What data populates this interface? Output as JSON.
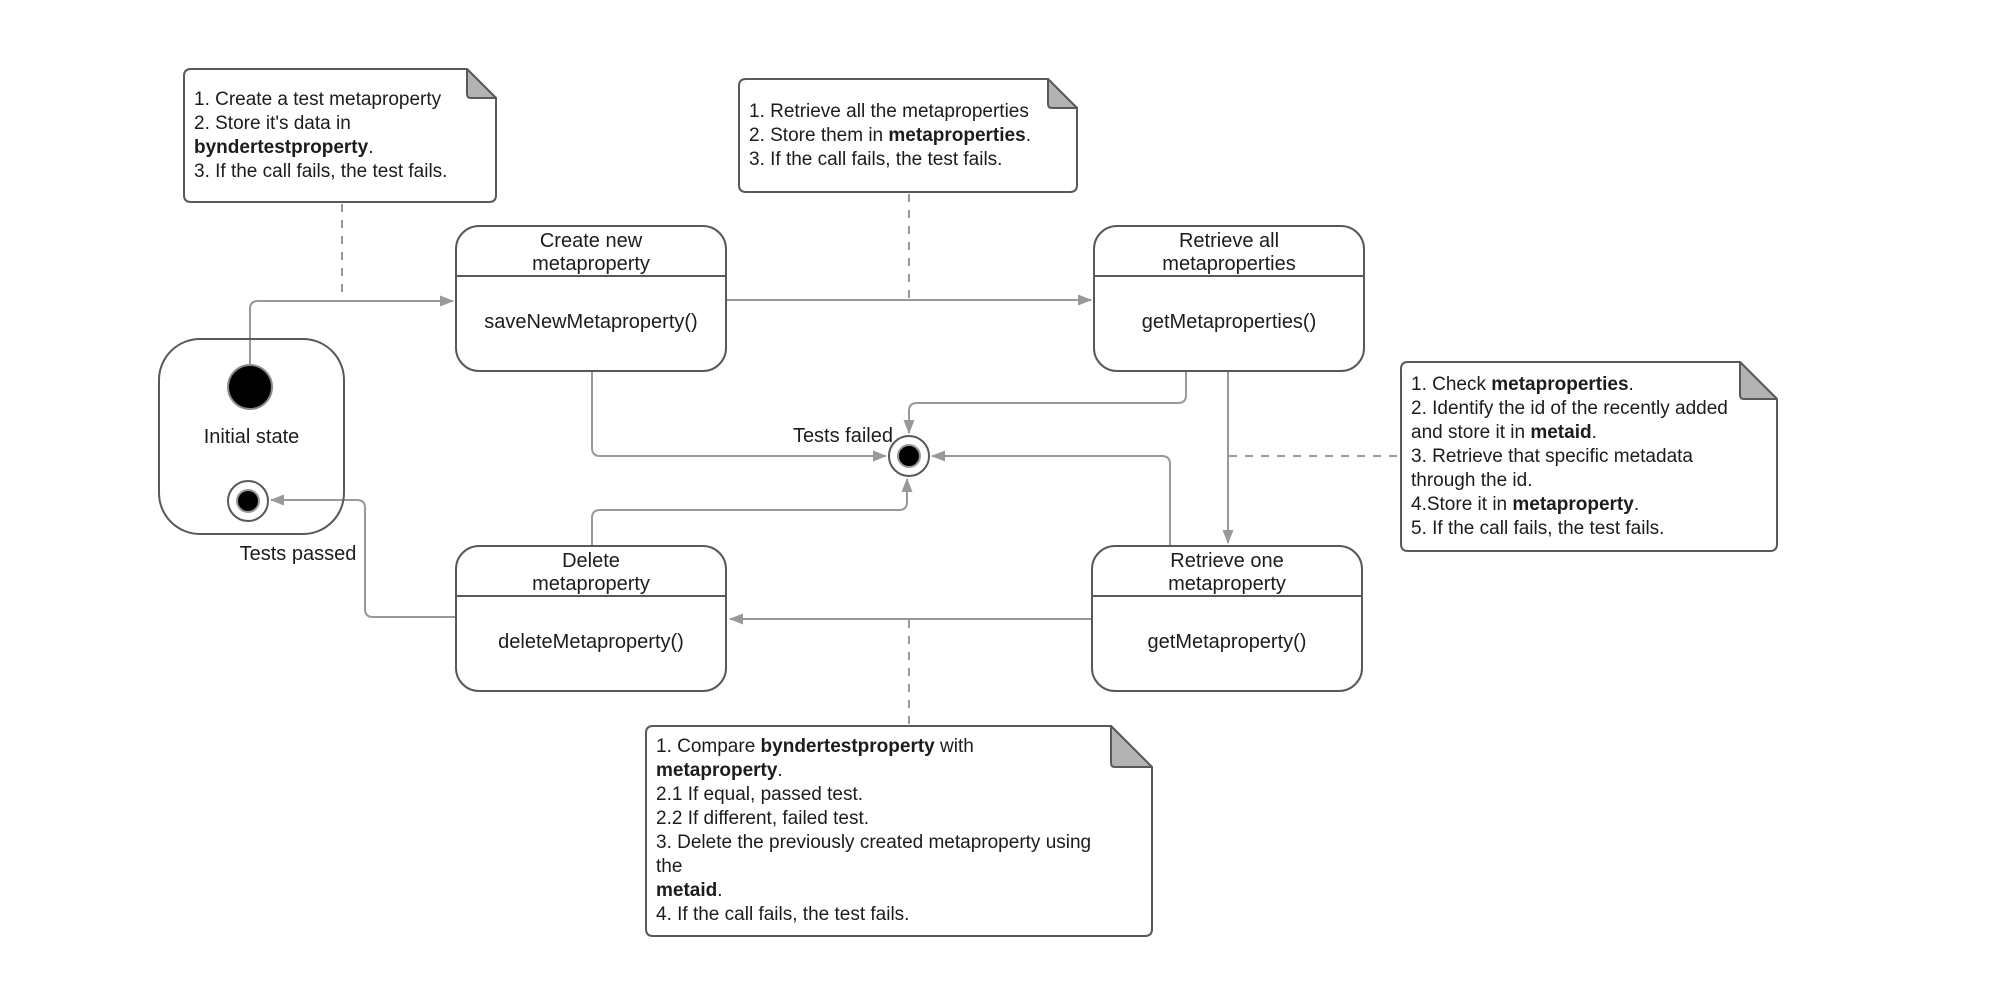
{
  "colors": {
    "background": "#ffffff",
    "shape_border": "#595959",
    "connector": "#999999",
    "note_fold": "#b3b3b3",
    "terminal_fill": "#000000",
    "text": "#1c1c1c"
  },
  "states": [
    {
      "id": "create-new-metaproperty",
      "title_lines": [
        "Create new",
        "metaproperty"
      ],
      "method": "saveNewMetaproperty()"
    },
    {
      "id": "retrieve-all-metaproperties",
      "title_lines": [
        "Retrieve all",
        "metaproperties"
      ],
      "method": "getMetaproperties()"
    },
    {
      "id": "delete-metaproperty",
      "title_lines": [
        "Delete",
        "metaproperty"
      ],
      "method": "deleteMetaproperty()"
    },
    {
      "id": "retrieve-one-metaproperty",
      "title_lines": [
        "Retrieve one",
        "metaproperty"
      ],
      "method": "getMetaproperty()"
    }
  ],
  "terminals": {
    "initial_state_label": "Initial state",
    "tests_passed_label": "Tests passed",
    "tests_failed_label": "Tests failed"
  },
  "notes": [
    {
      "id": "note-create-test-metaproperty",
      "lines": [
        [
          {
            "t": "1. Create a test metaproperty"
          }
        ],
        [
          {
            "t": "2. Store it's data in"
          }
        ],
        [
          {
            "t": "byndertestproperty",
            "b": true
          },
          {
            "t": "."
          }
        ],
        [
          {
            "t": "3. If the call fails, the test fails."
          }
        ]
      ]
    },
    {
      "id": "note-retrieve-all-metaproperties",
      "lines": [
        [
          {
            "t": "1. Retrieve all the metaproperties"
          }
        ],
        [
          {
            "t": "2. Store them in "
          },
          {
            "t": "metaproperties",
            "b": true
          },
          {
            "t": "."
          }
        ],
        [
          {
            "t": "3. If the call fails, the test fails."
          }
        ]
      ]
    },
    {
      "id": "note-check-metaproperties",
      "lines": [
        [
          {
            "t": "1. Check "
          },
          {
            "t": "metaproperties",
            "b": true
          },
          {
            "t": "."
          }
        ],
        [
          {
            "t": "2. Identify the id of the recently added"
          }
        ],
        [
          {
            "t": "and store it in "
          },
          {
            "t": "metaid",
            "b": true
          },
          {
            "t": "."
          }
        ],
        [
          {
            "t": "3. Retrieve that specific metadata"
          }
        ],
        [
          {
            "t": "through the id."
          }
        ],
        [
          {
            "t": "4.Store it in "
          },
          {
            "t": "metaproperty",
            "b": true
          },
          {
            "t": "."
          }
        ],
        [
          {
            "t": "5. If the call fails, the test fails."
          }
        ]
      ]
    },
    {
      "id": "note-compare-and-delete",
      "lines": [
        [
          {
            "t": "1. Compare "
          },
          {
            "t": "byndertestproperty",
            "b": true
          },
          {
            "t": " with"
          }
        ],
        [
          {
            "t": "metaproperty",
            "b": true
          },
          {
            "t": "."
          }
        ],
        [
          {
            "t": "2.1 If equal, passed test."
          }
        ],
        [
          {
            "t": "2.2 If different, failed test."
          }
        ],
        [
          {
            "t": "3. Delete the previously created metaproperty using the"
          }
        ],
        [
          {
            "t": "metaid",
            "b": true
          },
          {
            "t": "."
          }
        ],
        [
          {
            "t": "4. If the call fails, the test fails."
          }
        ]
      ]
    }
  ]
}
